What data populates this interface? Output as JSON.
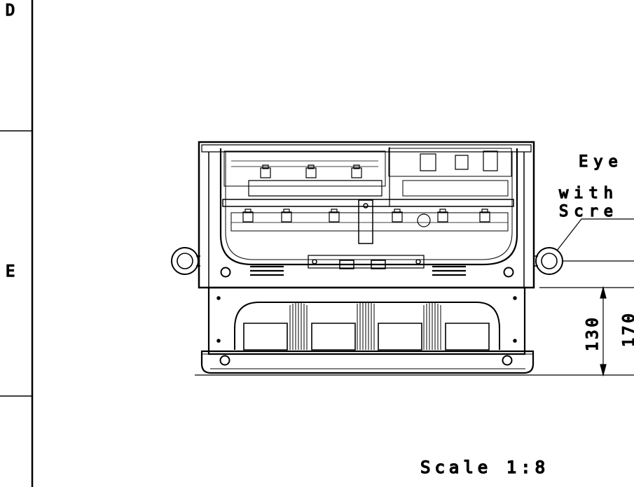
{
  "zones": {
    "upper": "D",
    "middle": "E"
  },
  "annotation": {
    "line1": "Eye",
    "line2": "with",
    "line3": "Scre"
  },
  "dimensions": {
    "inner": "130",
    "outer": "170"
  },
  "scale_note": "Scale 1:8"
}
